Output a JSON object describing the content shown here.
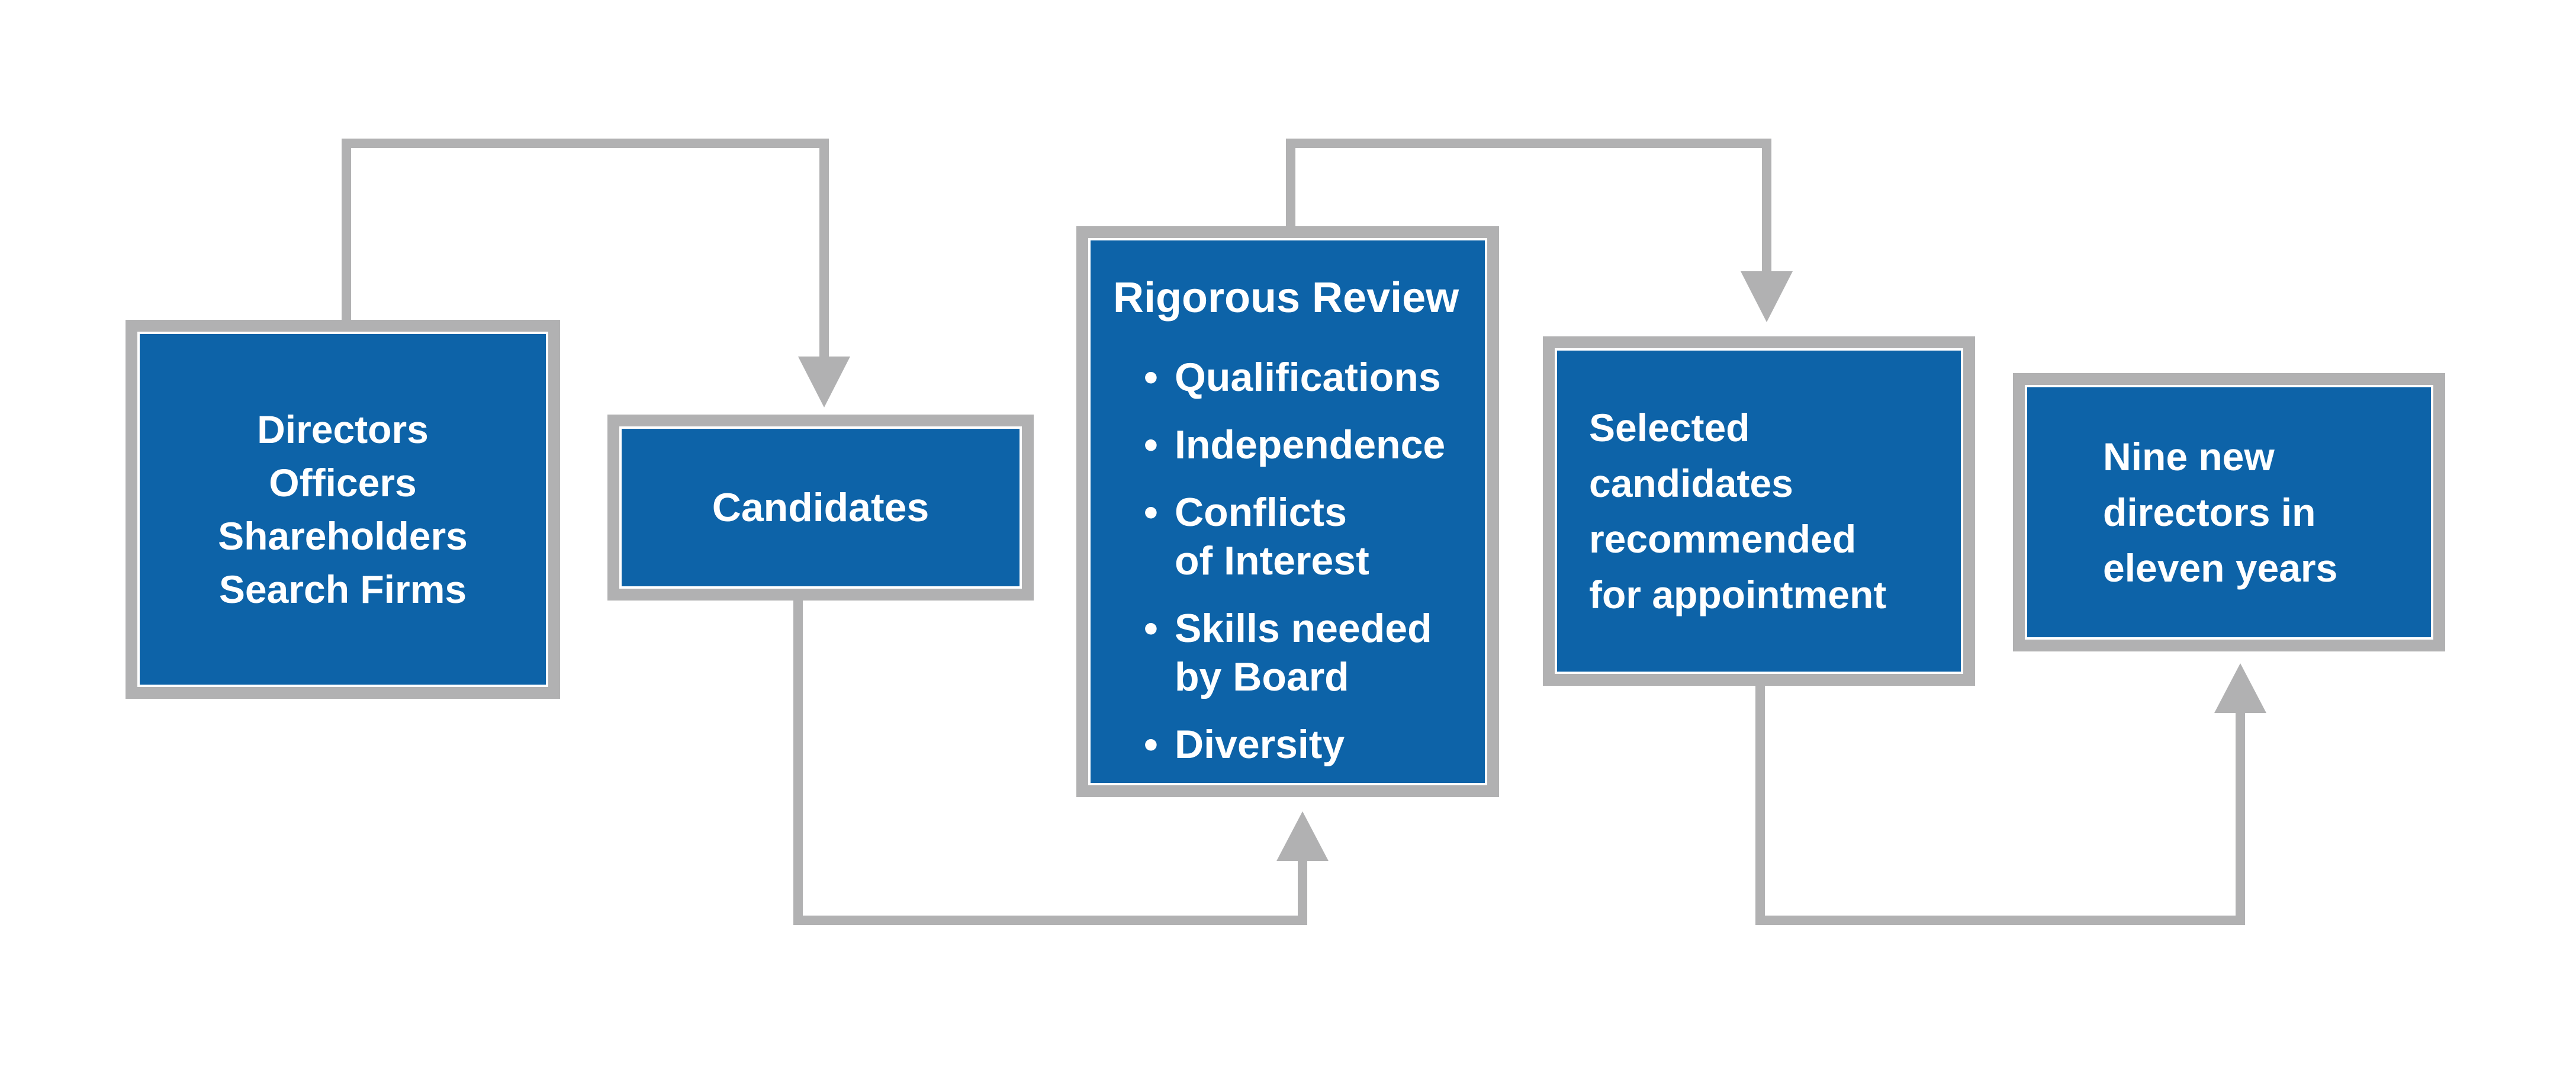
{
  "colors": {
    "box_fill": "#0D63A8",
    "box_border": "#B1B1B2",
    "connector": "#B1B1B2",
    "text": "#FFFFFF",
    "background": "#FFFFFF"
  },
  "bullet_char": "•",
  "boxes": {
    "sources": {
      "lines": [
        "Directors",
        "Officers",
        "Shareholders",
        "Search Firms"
      ]
    },
    "candidates": {
      "label": "Candidates"
    },
    "review": {
      "title": "Rigorous Review",
      "bullets": [
        {
          "lines": [
            "Qualifications"
          ]
        },
        {
          "lines": [
            "Independence"
          ]
        },
        {
          "lines": [
            "Conflicts",
            "of Interest"
          ]
        },
        {
          "lines": [
            "Skills needed",
            "by Board"
          ]
        },
        {
          "lines": [
            "Diversity"
          ]
        }
      ]
    },
    "selected": {
      "lines": [
        "Selected",
        "candidates",
        "recommended",
        "for appointment"
      ]
    },
    "outcome": {
      "lines": [
        "Nine new",
        "directors in",
        "eleven years"
      ]
    }
  }
}
